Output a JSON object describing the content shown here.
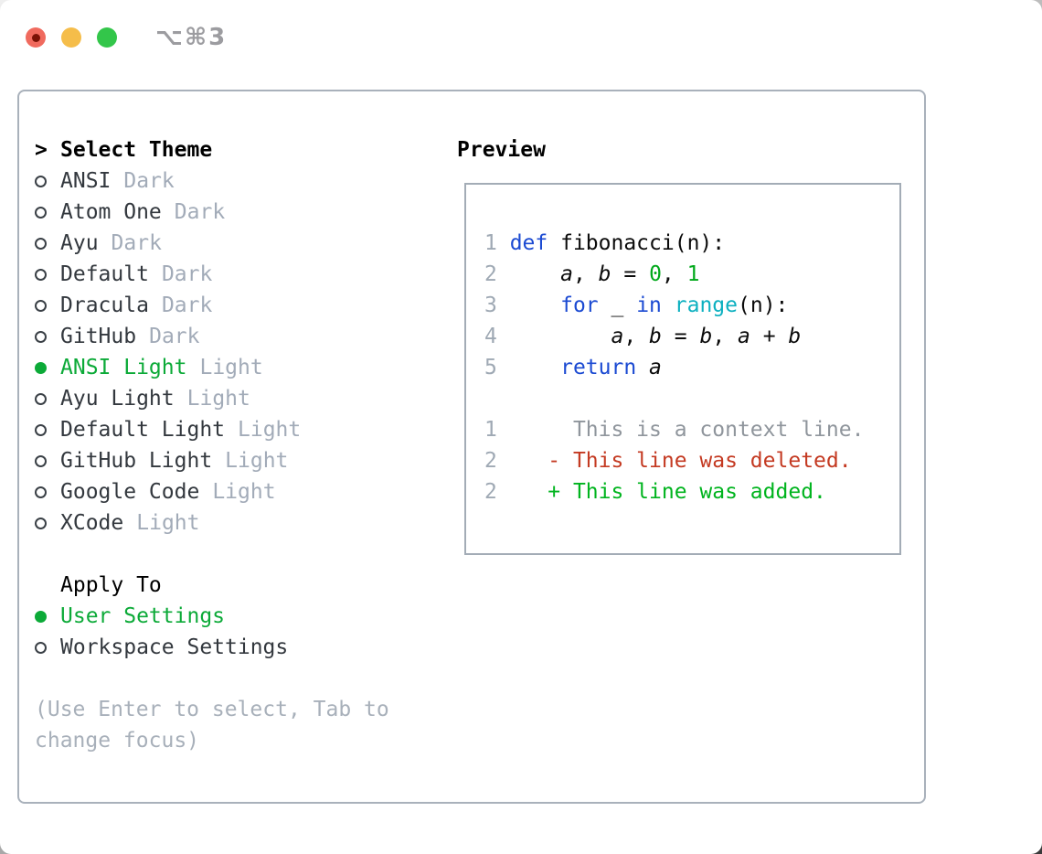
{
  "window": {
    "shortcut_label": "⌥⌘3"
  },
  "theme_panel": {
    "select_header": "Select Theme",
    "prompt": ">",
    "themes": [
      {
        "name": "ANSI",
        "variant": "Dark",
        "selected": false
      },
      {
        "name": "Atom One",
        "variant": "Dark",
        "selected": false
      },
      {
        "name": "Ayu",
        "variant": "Dark",
        "selected": false
      },
      {
        "name": "Default",
        "variant": "Dark",
        "selected": false
      },
      {
        "name": "Dracula",
        "variant": "Dark",
        "selected": false
      },
      {
        "name": "GitHub",
        "variant": "Dark",
        "selected": false
      },
      {
        "name": "ANSI Light",
        "variant": "Light",
        "selected": true
      },
      {
        "name": "Ayu Light",
        "variant": "Light",
        "selected": false
      },
      {
        "name": "Default Light",
        "variant": "Light",
        "selected": false
      },
      {
        "name": "GitHub Light",
        "variant": "Light",
        "selected": false
      },
      {
        "name": "Google Code",
        "variant": "Light",
        "selected": false
      },
      {
        "name": "XCode",
        "variant": "Light",
        "selected": false
      }
    ],
    "apply_header": "Apply To",
    "apply_options": [
      {
        "label": "User Settings",
        "selected": true
      },
      {
        "label": "Workspace Settings",
        "selected": false
      }
    ],
    "help_text": "(Use Enter to select, Tab to change focus)"
  },
  "preview": {
    "title": "Preview",
    "lines": [
      {
        "num": "1",
        "tokens": [
          {
            "t": "def",
            "c": "kw"
          },
          {
            "t": " fibonacci(n):",
            "c": "plain"
          }
        ]
      },
      {
        "num": "2",
        "tokens": [
          {
            "t": "    ",
            "c": "plain"
          },
          {
            "t": "a",
            "c": "var"
          },
          {
            "t": ", ",
            "c": "plain"
          },
          {
            "t": "b",
            "c": "var"
          },
          {
            "t": " = ",
            "c": "plain"
          },
          {
            "t": "0",
            "c": "num"
          },
          {
            "t": ", ",
            "c": "plain"
          },
          {
            "t": "1",
            "c": "num"
          }
        ]
      },
      {
        "num": "3",
        "tokens": [
          {
            "t": "    ",
            "c": "plain"
          },
          {
            "t": "for",
            "c": "kw"
          },
          {
            "t": " _ ",
            "c": "plain"
          },
          {
            "t": "in",
            "c": "kw"
          },
          {
            "t": " ",
            "c": "plain"
          },
          {
            "t": "range",
            "c": "fn"
          },
          {
            "t": "(n):",
            "c": "plain"
          }
        ]
      },
      {
        "num": "4",
        "tokens": [
          {
            "t": "        ",
            "c": "plain"
          },
          {
            "t": "a",
            "c": "var"
          },
          {
            "t": ", ",
            "c": "plain"
          },
          {
            "t": "b",
            "c": "var"
          },
          {
            "t": " = ",
            "c": "plain"
          },
          {
            "t": "b",
            "c": "var"
          },
          {
            "t": ", ",
            "c": "plain"
          },
          {
            "t": "a",
            "c": "var"
          },
          {
            "t": " + ",
            "c": "plain"
          },
          {
            "t": "b",
            "c": "var"
          }
        ]
      },
      {
        "num": "5",
        "tokens": [
          {
            "t": "    ",
            "c": "plain"
          },
          {
            "t": "return",
            "c": "kw"
          },
          {
            "t": " ",
            "c": "plain"
          },
          {
            "t": "a",
            "c": "var"
          }
        ]
      },
      {
        "num": "",
        "tokens": []
      },
      {
        "num": "1",
        "tokens": [
          {
            "t": "     This is a context line.",
            "c": "ctx"
          }
        ]
      },
      {
        "num": "2",
        "tokens": [
          {
            "t": "   - This line was deleted.",
            "c": "del"
          }
        ]
      },
      {
        "num": "2",
        "tokens": [
          {
            "t": "   + This line was added.",
            "c": "add"
          }
        ]
      }
    ]
  },
  "colors": {
    "select_green": "#0caa38",
    "keyword_blue": "#1b4ad2",
    "builtin_cyan": "#0cb0c0",
    "number_green": "#00a81a",
    "diff_add_green": "#00b41e",
    "diff_delete_red": "#c43a22",
    "muted_gray": "#a2abb8",
    "help_gray": "#a8b0ba",
    "list_text": "#33383e",
    "line_number_gray": "#9fa9b4",
    "context_gray": "#8f959c",
    "panel_border": "#a9b1bb",
    "box_border": "#a3acb6",
    "traffic_red": "#f06a5e",
    "traffic_red_dot": "#7a1206",
    "traffic_yellow": "#f5bd4a",
    "traffic_green": "#33c64a"
  }
}
